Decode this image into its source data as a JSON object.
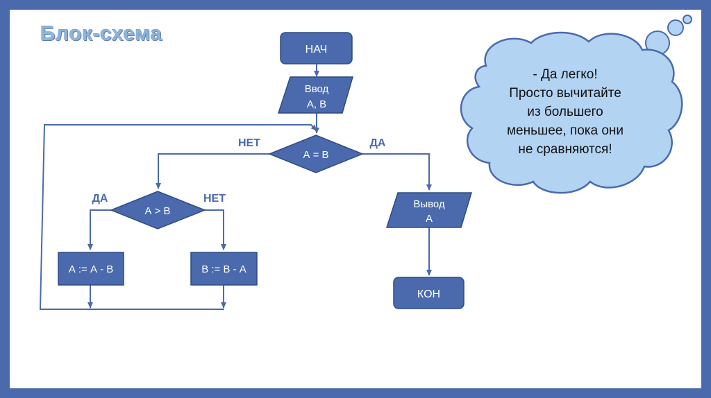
{
  "title": "Блок-схема",
  "blocks": {
    "start": "НАЧ",
    "input": [
      "Ввод",
      "А, В"
    ],
    "cond_main": "А = В",
    "cond_second": "А > В",
    "assign_a": "А := А - В",
    "assign_b": "В := В - А",
    "output": [
      "Вывод",
      "А"
    ],
    "end": "КОН"
  },
  "labels": {
    "no_main": "НЕТ",
    "yes_main": "ДА",
    "yes_second": "ДА",
    "no_second": "НЕТ"
  },
  "cloud": {
    "lines": [
      "- Да легко!",
      "Просто вычитайте",
      "из большего",
      "меньшее, пока они",
      "не сравняются!"
    ]
  },
  "colors": {
    "border": "#4a6aad",
    "shape_fill": "#4a6aad",
    "shape_stroke": "#2f4b82",
    "line": "#4a6aad",
    "cloud_fill": "#b3d3f2",
    "cloud_stroke": "#4a6aad"
  }
}
